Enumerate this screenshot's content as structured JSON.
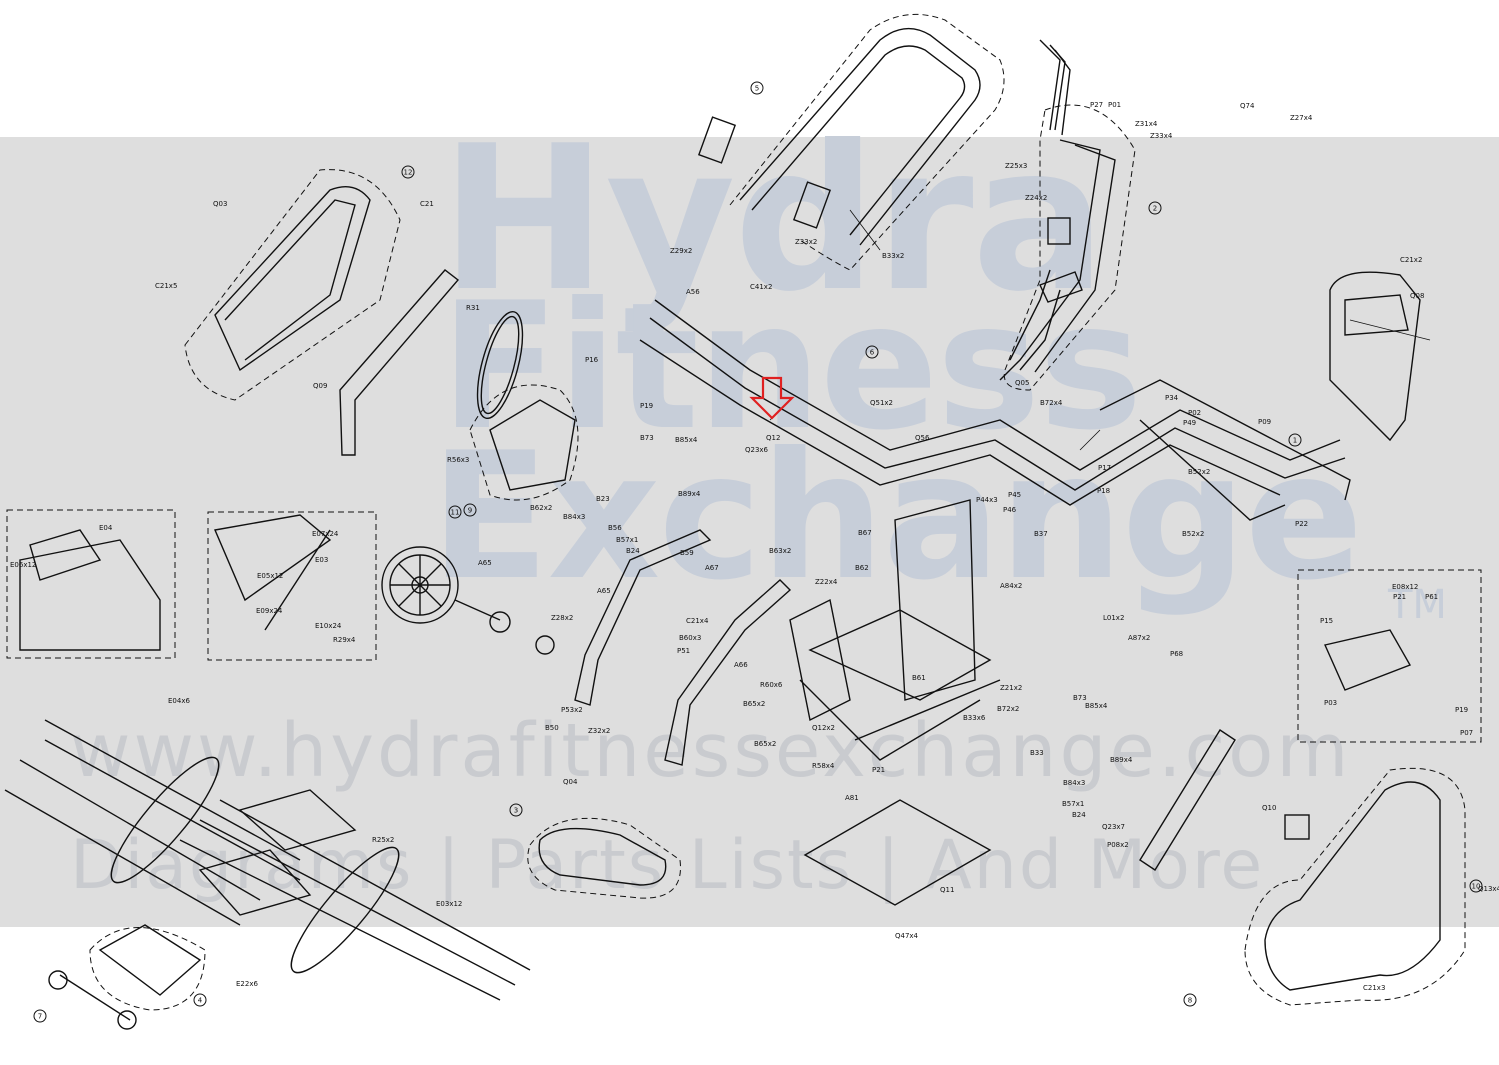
{
  "watermark": {
    "brand_line1": "Hydra",
    "brand_line2": "Fitness",
    "brand_line3": "Exchange",
    "trademark": "TM",
    "url": "www.hydrafitnessexchange.com",
    "tagline": "Diagrams | Parts Lists | And More"
  },
  "colors": {
    "band": "#dedede",
    "watermark": "#c7ced9",
    "line": "#111111",
    "highlight_arrow": "#e02020"
  },
  "callouts": [
    "1",
    "2",
    "3",
    "4",
    "5",
    "6",
    "7",
    "8",
    "9",
    "10",
    "11",
    "12"
  ],
  "labels": [
    "P27",
    "P01",
    "Z31x4",
    "Z33x4",
    "Z25x3",
    "Z24x2",
    "Z27x4",
    "Q74",
    "C21",
    "C21x5",
    "Q03",
    "Q09",
    "R31",
    "P16",
    "P19",
    "Q12",
    "Q23x6",
    "Q51x2",
    "Q56",
    "Q05",
    "B72x4",
    "P34",
    "P02",
    "P49",
    "P09",
    "P17",
    "P18",
    "B52x2",
    "B52x2",
    "P22",
    "C21x2",
    "Q08",
    "R56x3",
    "B62x2",
    "B73",
    "B85x4",
    "B89x4",
    "B23",
    "B84x3",
    "B56",
    "B57x1",
    "B24",
    "B59",
    "A67",
    "A65",
    "A66",
    "B63x2",
    "C21x4",
    "B60x3",
    "P51",
    "P53x2",
    "B50",
    "Z32x2",
    "Z29x2",
    "A56",
    "C41x2",
    "Z33x2",
    "B33x2",
    "B67",
    "Z22x4",
    "P44x3",
    "P45",
    "P46",
    "B37",
    "A84x2",
    "L01x2",
    "A87x2",
    "P68",
    "P15",
    "P21",
    "P61",
    "P03",
    "P07",
    "P19",
    "E08x12",
    "E04",
    "E06x12",
    "E07x24",
    "E03",
    "E05x12",
    "E09x24",
    "E10x24",
    "R29x4",
    "A65",
    "Z28x2",
    "Q04",
    "Q10",
    "Q13x4",
    "Q12x2",
    "R58x4",
    "R60x6",
    "B65x2",
    "B65x2",
    "P21",
    "A81",
    "B33x6",
    "B72x2",
    "Z21x2",
    "E04x6",
    "R25x2",
    "E03x12",
    "E22x6",
    "Q23x7",
    "P08x2",
    "Q11",
    "Q47x4",
    "C21x3",
    "B62",
    "B61",
    "B73",
    "B85x4",
    "B89x4",
    "B33",
    "B84x3",
    "B57x1",
    "B24"
  ]
}
